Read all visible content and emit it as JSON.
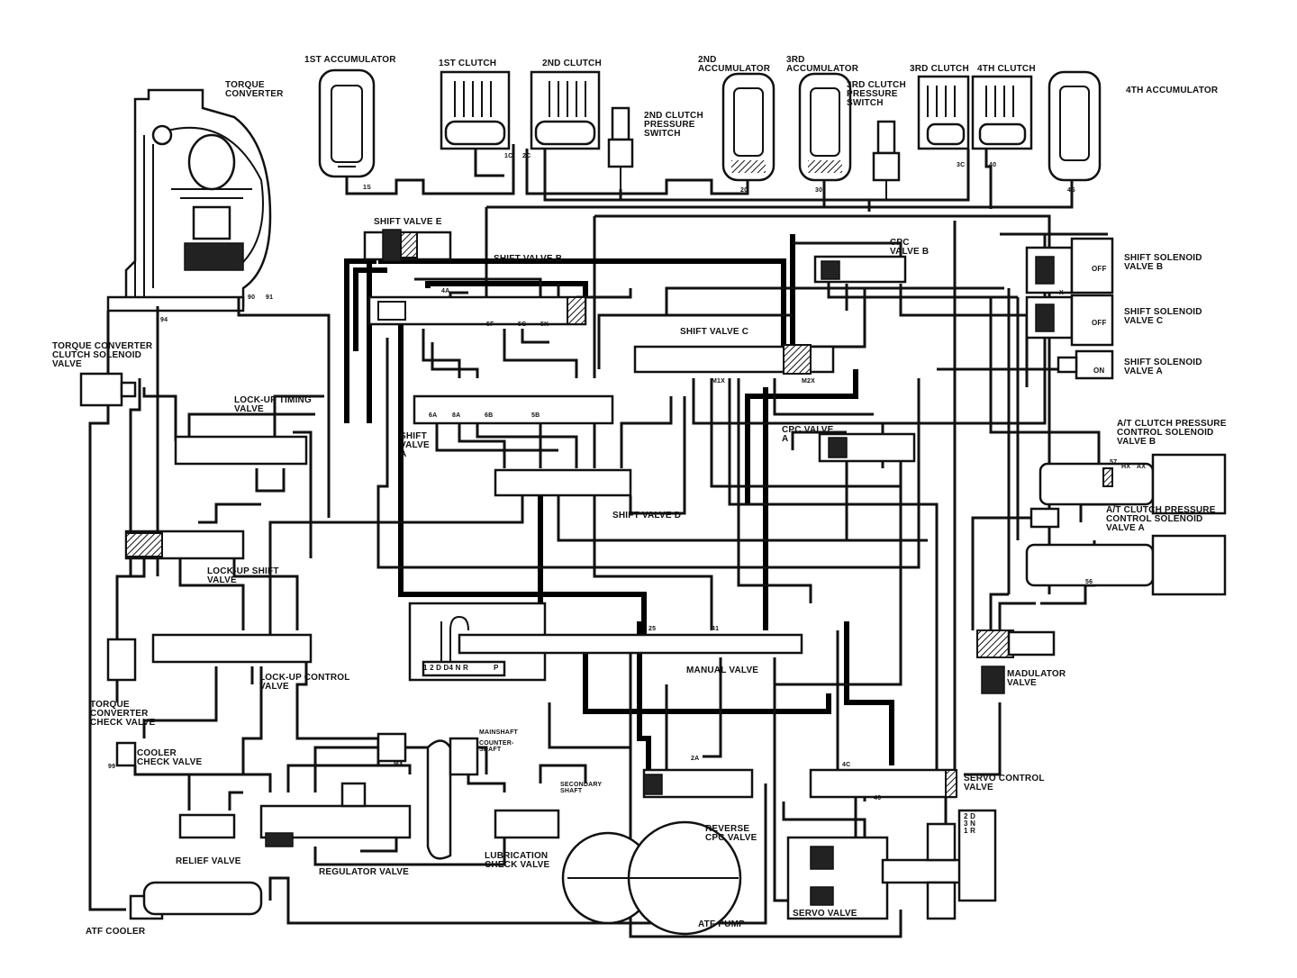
{
  "labels": {
    "acc1": "1ST ACCUMULATOR",
    "clutch1": "1ST CLUTCH",
    "clutch2": "2ND CLUTCH",
    "acc2": "2ND\nACCUMULATOR",
    "acc3": "3RD\nACCUMULATOR",
    "sw3": "3RD CLUTCH\nPRESSURE\nSWITCH",
    "clutch3": "3RD CLUTCH",
    "clutch4": "4TH CLUTCH",
    "acc4": "4TH ACCUMULATOR",
    "tc": "TORQUE\nCONVERTER",
    "sw2": "2ND CLUTCH\nPRESSURE\nSWITCH",
    "shiftE": "SHIFT VALVE E",
    "shiftB": "SHIFT VALVE B",
    "cpcB": "CPC\nVALVE B",
    "ssB": "SHIFT SOLENOID\nVALVE B",
    "ssC": "SHIFT SOLENOID\nVALVE C",
    "ssA": "SHIFT SOLENOID\nVALVE A",
    "tccs": "TORQUE CONVERTER\nCLUTCH SOLENOID\nVALVE",
    "shiftC": "SHIFT VALVE C",
    "lut": "LOCK-UP TIMING\nVALVE",
    "shiftA": "SHIFT\nVALVE\nA",
    "cpcA": "CPC VALVE\nA",
    "atB": "A/T CLUTCH PRESSURE\nCONTROL SOLENOID\nVALVE B",
    "atA": "A/T CLUTCH PRESSURE\nCONTROL SOLENOID\nVALVE A",
    "shiftD": "SHIFT VALVE D",
    "lus": "LOCK-UP SHIFT\nVALVE",
    "manual": "MANUAL VALVE",
    "modulator": "MADULATOR\nVALVE",
    "luc": "LOCK-UP CONTROL\nVALVE",
    "tccheck": "TORQUE\nCONVERTER\nCHECK VALVE",
    "cooler": "COOLER\nCHECK VALVE",
    "mainshaft": "MAINSHAFT",
    "counter": "COUNTER-\nSHAFT",
    "secondary": "SECONDARY\nSHAFT",
    "servoControl": "SERVO CONTROL\nVALVE",
    "reverseCpc": "REVERSE\nCPC VALVE",
    "relief": "RELIEF VALVE",
    "regulator": "REGULATOR VALVE",
    "lube": "LUBRICATION\nCHECK VALVE",
    "atfCooler": "ATF COOLER",
    "atfPump": "ATF PUMP",
    "servo": "SERVO VALVE",
    "off1": "OFF",
    "off2": "OFF",
    "on": "ON",
    "gear": "1 2 D D4 N R",
    "gear2": "P",
    "gearbox": "2 D\n3 N\n1 R"
  },
  "ports": [
    {
      "t": "1S",
      "k": "p1"
    },
    {
      "t": "1C",
      "k": "p2"
    },
    {
      "t": "2C",
      "k": "p3"
    },
    {
      "t": "20",
      "k": "p4"
    },
    {
      "t": "30",
      "k": "p5"
    },
    {
      "t": "3C",
      "k": "p6"
    },
    {
      "t": "40",
      "k": "p7"
    },
    {
      "t": "4S",
      "k": "p8"
    },
    {
      "t": "90",
      "k": "p9"
    },
    {
      "t": "91",
      "k": "p10"
    },
    {
      "t": "94",
      "k": "p11"
    },
    {
      "t": "4A",
      "k": "p12"
    },
    {
      "t": "5K",
      "k": "p13"
    },
    {
      "t": "5F",
      "k": "p14"
    },
    {
      "t": "5G",
      "k": "p15"
    },
    {
      "t": "M1X",
      "k": "p16"
    },
    {
      "t": "M2X",
      "k": "p17"
    },
    {
      "t": "5B",
      "k": "p18"
    },
    {
      "t": "6A",
      "k": "p19"
    },
    {
      "t": "6B",
      "k": "p20"
    },
    {
      "t": "8A",
      "k": "p21"
    },
    {
      "t": "HX",
      "k": "p22"
    },
    {
      "t": "AX",
      "k": "p23"
    },
    {
      "t": "X",
      "k": "p24"
    },
    {
      "t": "57",
      "k": "p25"
    },
    {
      "t": "56",
      "k": "p26"
    },
    {
      "t": "25",
      "k": "p27"
    },
    {
      "t": "41",
      "k": "p28"
    },
    {
      "t": "MX",
      "k": "p29"
    },
    {
      "t": "99",
      "k": "p30"
    },
    {
      "t": "2A",
      "k": "p31"
    },
    {
      "t": "4C",
      "k": "p32"
    },
    {
      "t": "46",
      "k": "p33"
    }
  ]
}
